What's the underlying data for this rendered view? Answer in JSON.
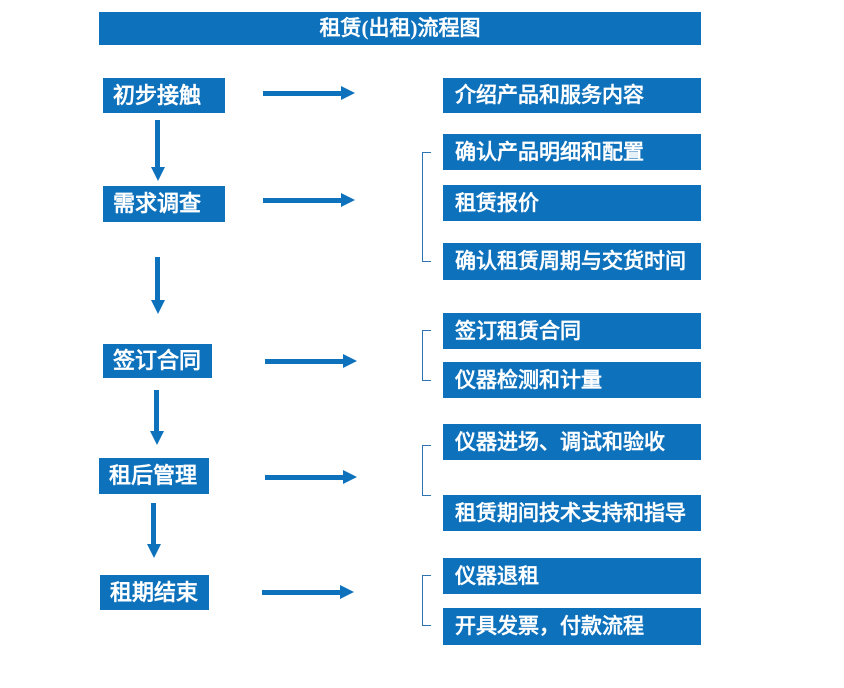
{
  "title": "租赁(出租)流程图",
  "colors": {
    "accent": "#0E71BC",
    "bracket": "#2E74B5",
    "text": "#FFFFFF",
    "background": "#FFFFFF"
  },
  "steps": [
    {
      "label": "初步接触",
      "details": [
        "介绍产品和服务内容"
      ]
    },
    {
      "label": "需求调查",
      "details": [
        "确认产品明细和配置",
        "租赁报价",
        "确认租赁周期与交货时间"
      ]
    },
    {
      "label": "签订合同",
      "details": [
        "签订租赁合同",
        "仪器检测和计量"
      ]
    },
    {
      "label": "租后管理",
      "details": [
        "仪器进场、调试和验收",
        "租赁期间技术支持和指导"
      ]
    },
    {
      "label": "租期结束",
      "details": [
        "仪器退租",
        "开具发票，付款流程"
      ]
    }
  ]
}
